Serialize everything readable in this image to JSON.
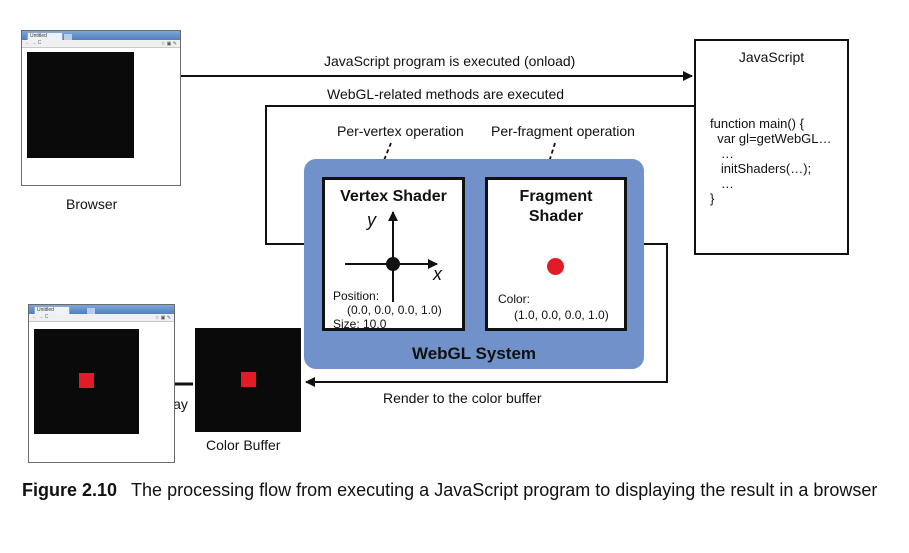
{
  "diagram": {
    "arrow_top": "JavaScript program is executed (onload)",
    "arrow_second": "WebGL-related methods are executed",
    "per_vertex": "Per-vertex operation",
    "per_fragment": "Per-fragment operation",
    "browser_label": "Browser",
    "javascript": {
      "title": "JavaScript",
      "code": [
        "function main() {",
        "  var gl=getWebGL…",
        "   …",
        "   initShaders(…);",
        "   …",
        "}"
      ]
    },
    "vertex_shader": {
      "title": "Vertex Shader",
      "axis_y": "y",
      "axis_x": "x",
      "position_label": "Position:",
      "position_value": "(0.0, 0.0, 0.0, 1.0)",
      "size_label": "Size: 10.0"
    },
    "fragment_shader": {
      "title_line1": "Fragment",
      "title_line2": "Shader",
      "color_label": "Color:",
      "color_value": "(1.0, 0.0, 0.0, 1.0)"
    },
    "webgl_system": "WebGL System",
    "render_label": "Render to the color buffer",
    "display_label": "Display",
    "color_buffer_label": "Color Buffer",
    "tab_text": "Untitled",
    "colors": {
      "webgl_blue": "#7091c9",
      "point_red": "#e21c26",
      "canvas_black": "#0a0a0a"
    }
  },
  "caption": {
    "figure_label": "Figure 2.10",
    "text": "The processing flow from executing a JavaScript program to displaying the result in a browser"
  }
}
